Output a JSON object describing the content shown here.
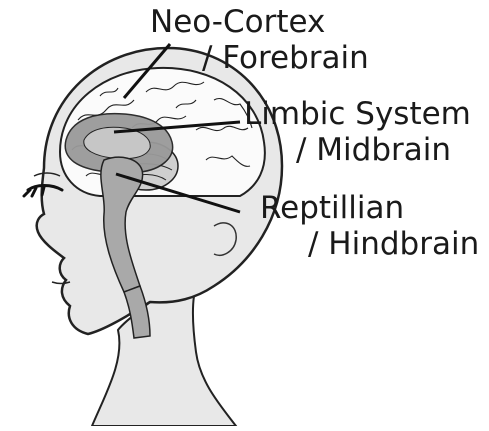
{
  "labels": {
    "neocortex": {
      "line1": "Neo-Cortex",
      "line2": "/ Forebrain"
    },
    "limbic": {
      "line1": "Limbic System",
      "line2": "/ Midbrain"
    },
    "reptilian": {
      "line1": "Reptillian",
      "line2": "/ Hindbrain"
    }
  },
  "colors": {
    "skin": "#e8e8e8",
    "outline": "#222222",
    "cortex": "#fbfbfb",
    "limbic": "#9a9a9a",
    "brainstem": "#a9a9a9",
    "cerebellum": "#cfcfcf"
  }
}
